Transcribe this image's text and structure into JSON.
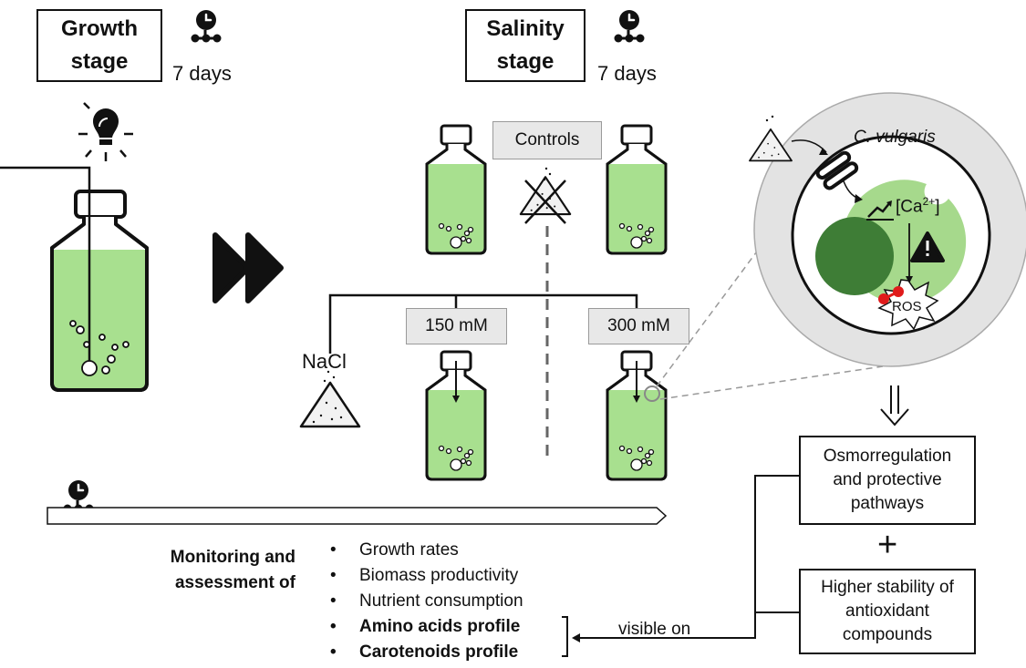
{
  "stages": {
    "growth": {
      "line1": "Growth",
      "line2": "stage",
      "duration": "7 days"
    },
    "salinity": {
      "line1": "Salinity",
      "line2": "stage",
      "duration": "7 days"
    }
  },
  "labels": {
    "controls": "Controls",
    "conc_150": "150 mM",
    "conc_300": "300 mM",
    "nacl": "NaCl",
    "organism": "C. vulgaris",
    "calcium_prefix": "[Ca",
    "calcium_sup": "2+",
    "calcium_suffix": "]",
    "ros": "ROS"
  },
  "outcomes": {
    "box1": [
      "Osmorregulation",
      "and protective",
      "pathways"
    ],
    "plus": "+",
    "box2": [
      "Higher stability of",
      "antioxidant",
      "compounds"
    ],
    "visible_on": "visible on"
  },
  "monitoring": {
    "heading_line1": "Monitoring and",
    "heading_line2": "assessment of",
    "items": [
      {
        "text": "Growth rates",
        "bold": false
      },
      {
        "text": "Biomass productivity",
        "bold": false
      },
      {
        "text": "Nutrient consumption",
        "bold": false
      },
      {
        "text": "Amino acids profile",
        "bold": true
      },
      {
        "text": "Carotenoids profile",
        "bold": true
      }
    ]
  },
  "colors": {
    "culture_green": "#a8e08f",
    "cell_green": "#a6d98c",
    "nucleus_green": "#3e7d36",
    "cell_outer_grey": "#e3e3e3",
    "label_grey": "#e8e8e8",
    "ros_red": "#e01b1b"
  }
}
